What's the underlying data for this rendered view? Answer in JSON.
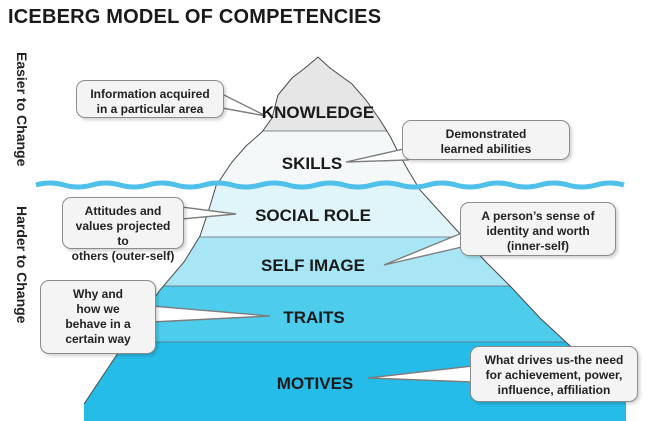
{
  "title": "ICEBERG MODEL OF COMPETENCIES",
  "side_labels": {
    "top": "Easier to Change",
    "bottom": "Harder to Change"
  },
  "layers": [
    {
      "label": "KNOWLEDGE",
      "color": "#e6e6e6"
    },
    {
      "label": "SKILLS",
      "color": "#f4f8f9"
    },
    {
      "label": "SOCIAL ROLE",
      "color": "#dff5fa"
    },
    {
      "label": "SELF IMAGE",
      "color": "#a9e6f5"
    },
    {
      "label": "TRAITS",
      "color": "#4dcceb"
    },
    {
      "label": "MOTIVES",
      "color": "#26bce8"
    }
  ],
  "waterline_color": "#4fc0ea",
  "callouts": {
    "knowledge": [
      "Information acquired",
      "in a particular area"
    ],
    "skills": [
      "Demonstrated",
      "learned abilities"
    ],
    "social_role": [
      "Attitudes and",
      "values projected to",
      "others (outer-self)"
    ],
    "self_image": [
      "A person’s sense of",
      "identity and worth",
      "(inner-self)"
    ],
    "traits": [
      "Why and",
      "how we",
      "behave in a",
      "certain way"
    ],
    "motives": [
      "What drives us-the need",
      "for achievement, power,",
      "influence, affiliation"
    ]
  }
}
